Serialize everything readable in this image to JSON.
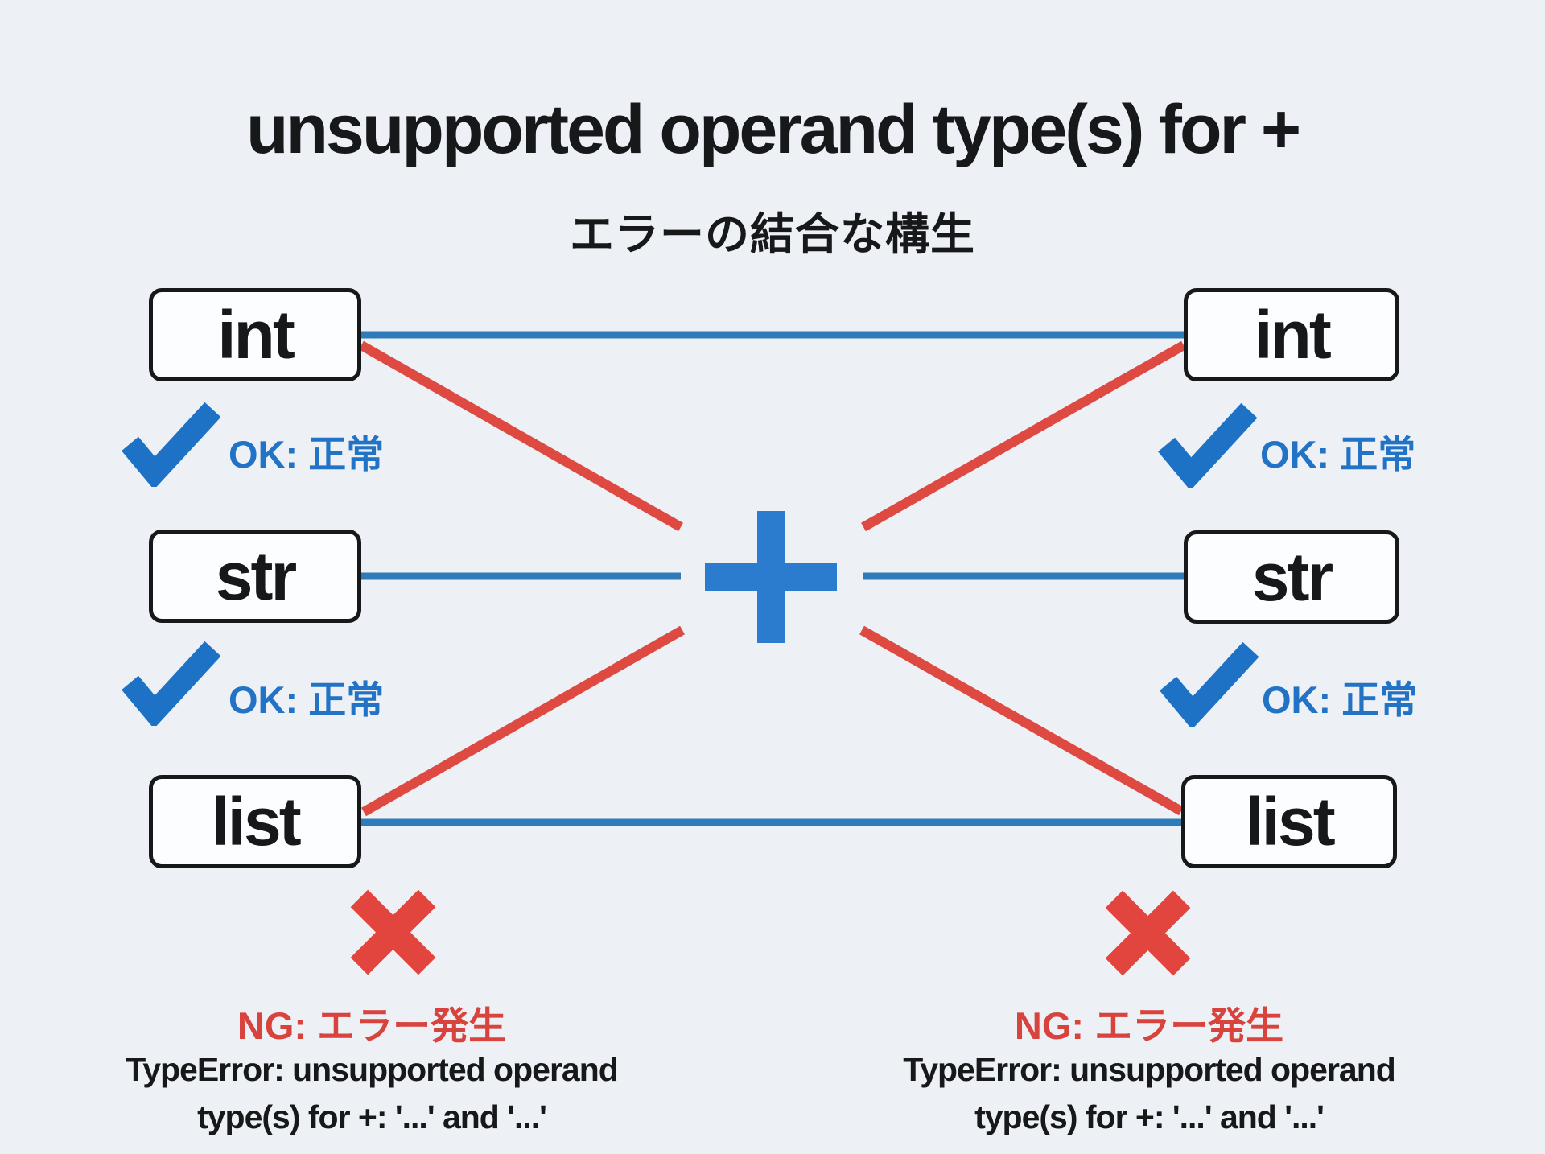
{
  "title": "unsupported operand type(s) for +",
  "subtitle": "エラーの結合な構生",
  "types": {
    "left": [
      "int",
      "str",
      "list"
    ],
    "right": [
      "int",
      "str",
      "list"
    ]
  },
  "labels": {
    "ok": "OK: 正常",
    "ng": "NG: エラー発生"
  },
  "error": {
    "line1": "TypeError: unsupported operand",
    "line2": "type(s) for +: '...' and '...'"
  },
  "icons": {
    "plus": "plus-operator-icon",
    "check": "checkmark-icon",
    "cross": "x-mark-icon"
  },
  "colors": {
    "background": "#edf1f6",
    "line_blue": "#2f7ab8",
    "accent_blue": "#2273c5",
    "plus_blue": "#2b7bce",
    "alert_red": "#de4a42",
    "text_black": "#17181a",
    "box_fill": "#fbfdfe",
    "box_border": "#17181a"
  }
}
